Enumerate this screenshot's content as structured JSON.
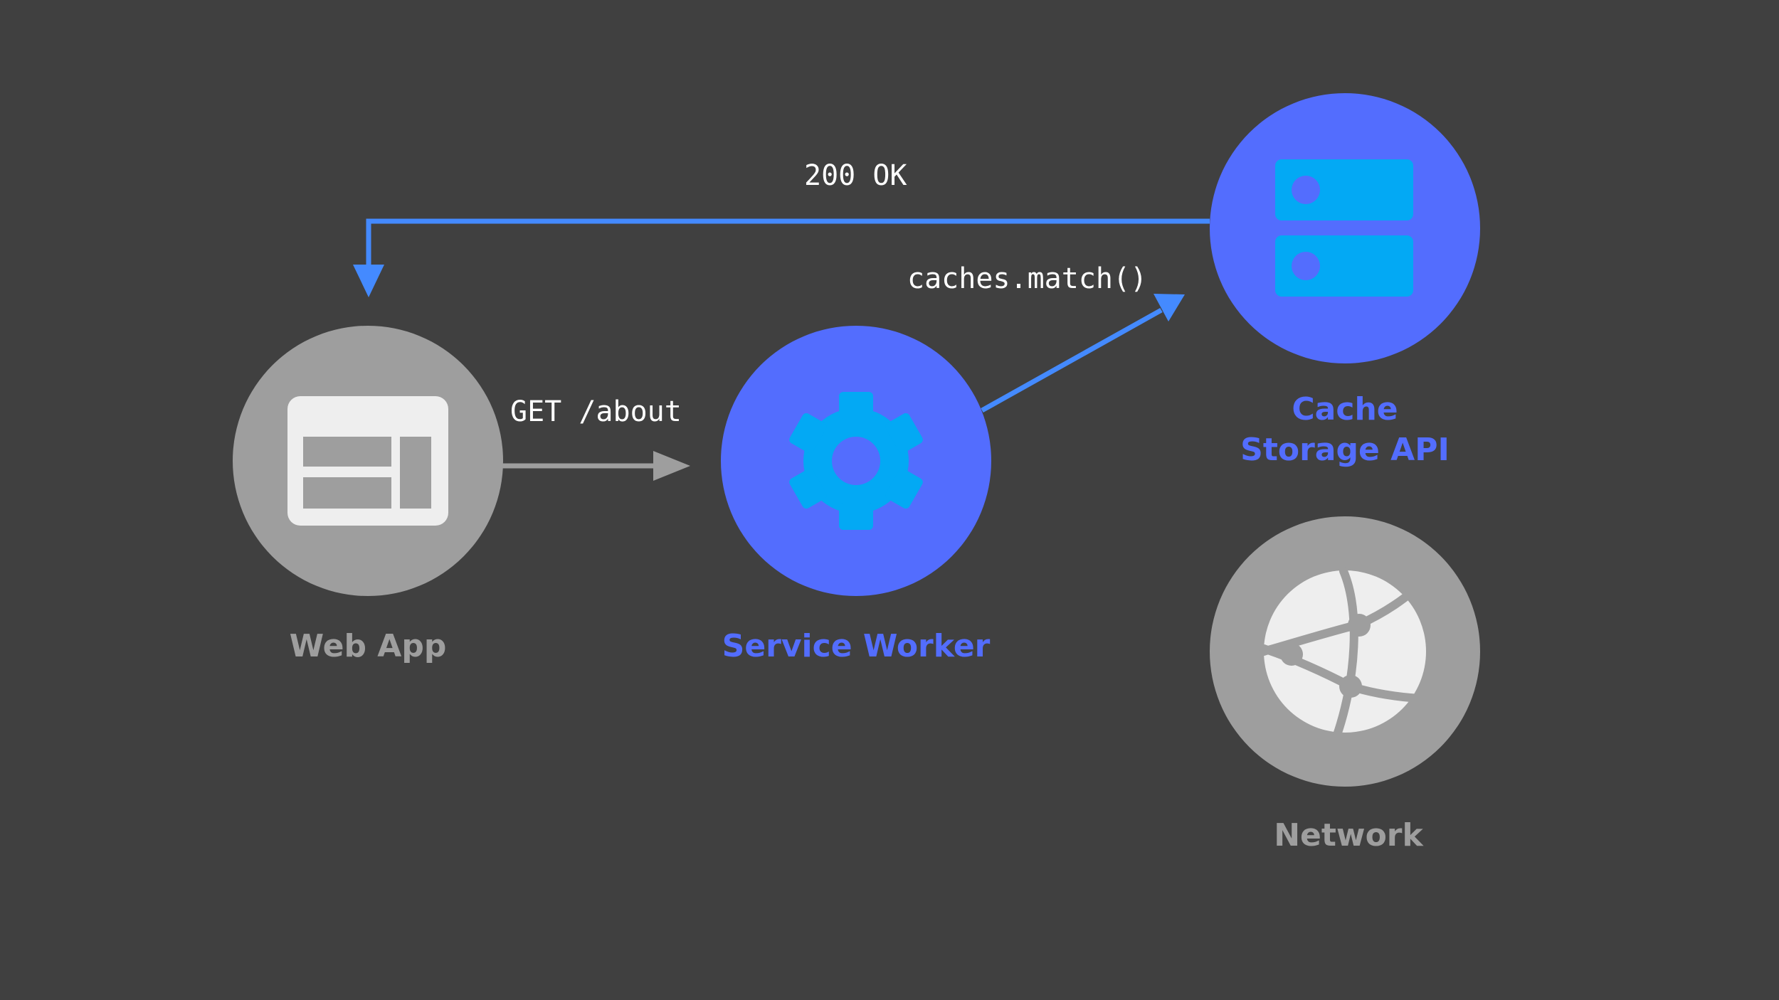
{
  "colors": {
    "background": "#404040",
    "grey_node": "#9e9e9e",
    "blue_node": "#536dfe",
    "icon_cyan": "#03a9f4",
    "icon_light": "#eeeeee",
    "arrow_blue": "#448aff",
    "arrow_grey": "#9e9e9e",
    "grey_text": "#9e9e9e",
    "blue_text": "#536dfe",
    "edge_text": "#ffffff"
  },
  "nodes": {
    "web_app": {
      "label": "Web App",
      "icon": "browser-window-icon"
    },
    "service_worker": {
      "label": "Service Worker",
      "icon": "gear-icon"
    },
    "cache_storage": {
      "label_line1": "Cache",
      "label_line2": "Storage API",
      "icon": "storage-server-icon"
    },
    "network": {
      "label": "Network",
      "icon": "globe-icon"
    }
  },
  "edges": {
    "request": {
      "label": "GET /about"
    },
    "cache_match": {
      "label": "caches.match()"
    },
    "response": {
      "label": "200 OK"
    }
  }
}
